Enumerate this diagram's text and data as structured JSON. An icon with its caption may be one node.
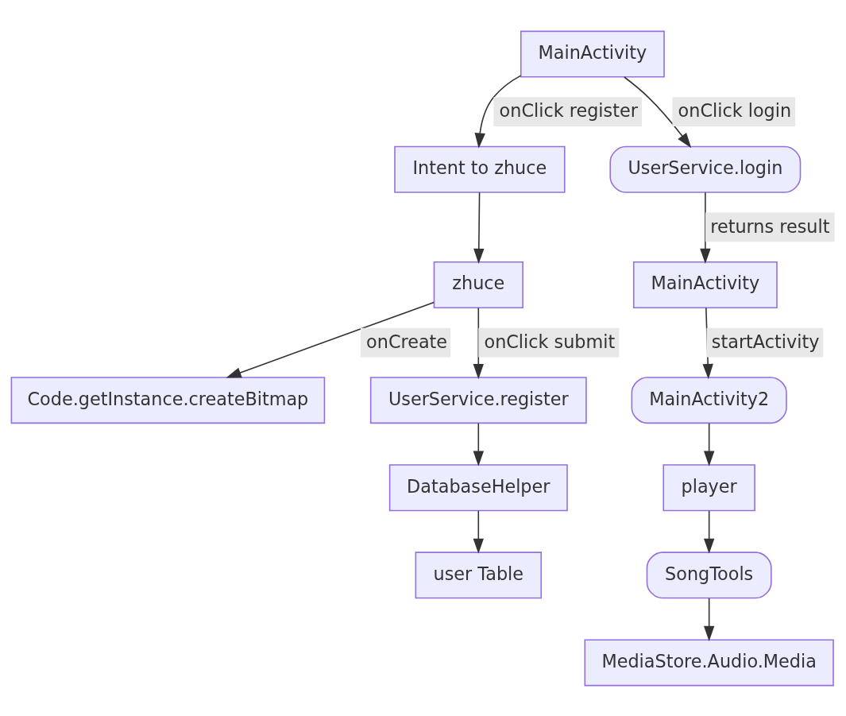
{
  "diagram": {
    "nodes": [
      {
        "text": [
          "MainActivity"
        ]
      },
      {
        "text": [
          "Intent to zhuce"
        ]
      },
      {
        "text": [
          "UserService.login"
        ]
      },
      {
        "text": [
          "zhuce"
        ]
      },
      {
        "text": [
          "MainActivity"
        ]
      },
      {
        "text": [
          "Code.getInstance.createBitmap"
        ]
      },
      {
        "text": [
          "UserService.register"
        ]
      },
      {
        "text": [
          "MainActivity2"
        ]
      },
      {
        "text": [
          "DatabaseHelper"
        ]
      },
      {
        "text": [
          "player"
        ]
      },
      {
        "text": [
          "user Table"
        ]
      },
      {
        "text": [
          "SongTools"
        ]
      },
      {
        "text": [
          "MediaStore.Audio.Media"
        ]
      }
    ],
    "edges": [
      {
        "from": 0,
        "to": 1,
        "arrow": "to",
        "label": "onClick register"
      },
      {
        "from": 0,
        "to": 2,
        "arrow": "to",
        "label": "onClick login"
      },
      {
        "from": 1,
        "to": 3,
        "arrow": "to"
      },
      {
        "from": 2,
        "to": 4,
        "arrow": "to",
        "label": "returns result"
      },
      {
        "from": 3,
        "to": 5,
        "arrow": "to",
        "label": "onCreate"
      },
      {
        "from": 3,
        "to": 6,
        "arrow": "to",
        "label": "onClick submit"
      },
      {
        "from": 4,
        "to": 7,
        "arrow": "to",
        "label": "startActivity"
      },
      {
        "from": 6,
        "to": 8,
        "arrow": "to"
      },
      {
        "from": 7,
        "to": 9,
        "arrow": "to"
      },
      {
        "from": 8,
        "to": 10,
        "arrow": "to"
      },
      {
        "from": 9,
        "to": 11,
        "arrow": "to"
      },
      {
        "from": 11,
        "to": 12,
        "arrow": "to"
      }
    ]
  }
}
